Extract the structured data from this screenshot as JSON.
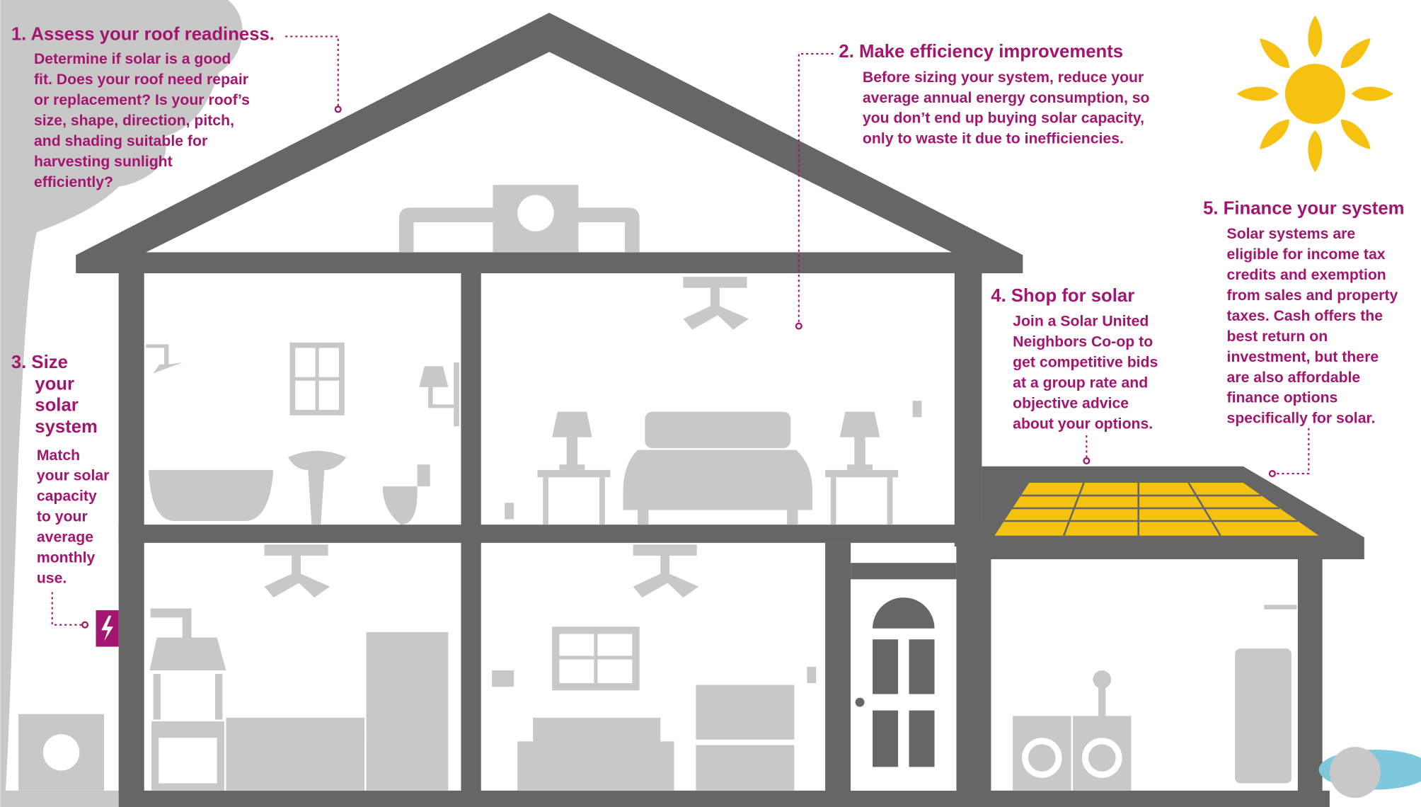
{
  "steps": [
    {
      "title": "1. Assess your roof readiness.",
      "lines": [
        "Determine if solar is a good",
        "fit. Does your roof need repair",
        "or replacement? Is your roof’s",
        "size, shape, direction, pitch,",
        "and shading suitable for",
        "harvesting sunlight",
        "efficiently?"
      ]
    },
    {
      "title": "2. Make efficiency improvements",
      "lines": [
        "Before sizing your system, reduce your",
        "average annual energy consumption, so",
        "you don’t end up buying solar capacity,",
        "only to waste it due to inefficiencies."
      ]
    },
    {
      "title_lines": [
        "3. Size",
        "your",
        "solar",
        "system"
      ],
      "lines": [
        "Match",
        "your solar",
        "capacity",
        "to your",
        "average",
        "monthly",
        "use."
      ]
    },
    {
      "title": "4. Shop for solar",
      "lines": [
        "Join a Solar United",
        "Neighbors Co-op to",
        "get competitive bids",
        "at a group rate and",
        "objective advice",
        "about your options."
      ]
    },
    {
      "title": "5. Finance your system",
      "lines": [
        "Solar systems are",
        "eligible for income tax",
        "credits and exemption",
        "from sales and property",
        "taxes. Cash offers the",
        "best return on",
        "investment, but there",
        "are also affordable",
        "finance options",
        "specifically for solar."
      ]
    }
  ],
  "colors": {
    "accent": "#a3166f",
    "house": "#666666",
    "furniture": "#c8c8c8",
    "sun": "#f5c211",
    "pool": "#7ec8dc"
  }
}
